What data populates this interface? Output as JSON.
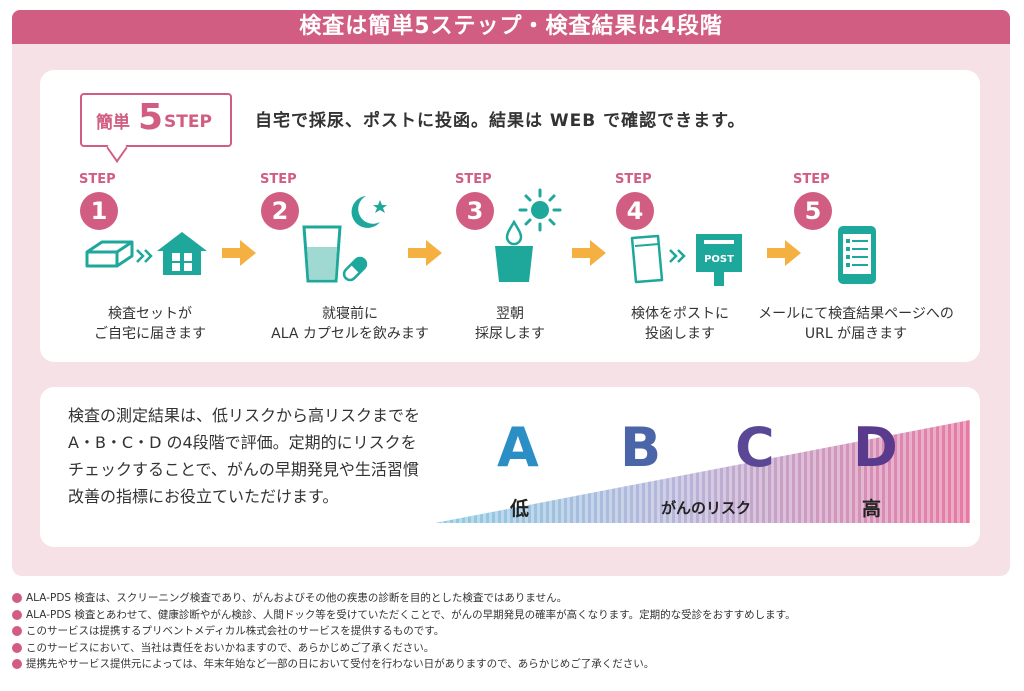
{
  "title": "検査は簡単5ステップ・検査結果は4段階",
  "badge": {
    "prefix": "簡単",
    "number": "5",
    "suffix": "STEP"
  },
  "headline": "自宅で採尿、ポストに投函。結果は WEB で確認できます。",
  "steps": [
    {
      "label": "STEP",
      "number": "1",
      "caption": "検査セットが\nご自宅に届きます",
      "icons": [
        "package-icon",
        "house-icon"
      ]
    },
    {
      "label": "STEP",
      "number": "2",
      "caption": "就寝前に\nALA カプセルを飲みます",
      "icons": [
        "water-glass-icon",
        "capsule-icon",
        "moon-star-icon"
      ]
    },
    {
      "label": "STEP",
      "number": "3",
      "caption": "翌朝\n採尿します",
      "icons": [
        "urine-cup-icon",
        "sun-icon"
      ]
    },
    {
      "label": "STEP",
      "number": "4",
      "caption": "検体をポストに\n投函します",
      "icons": [
        "envelope-icon",
        "mailbox-icon"
      ],
      "post_label": "POST"
    },
    {
      "label": "STEP",
      "number": "5",
      "caption": "メールにて検査結果ページへの\nURL が届きます",
      "icons": [
        "smartphone-list-icon"
      ]
    }
  ],
  "description": "検査の測定結果は、低リスクから高リスクまでを\nA・B・C・D の4段階で評価。定期的にリスクを\nチェックすることで、がんの早期発見や生活習慣\n改善の指標にお役立ていただけます。",
  "grades": [
    {
      "letter": "A",
      "color": "#2b8fc6"
    },
    {
      "letter": "B",
      "color": "#4a65a8"
    },
    {
      "letter": "C",
      "color": "#5a4896"
    },
    {
      "letter": "D",
      "color": "#5a3a8c"
    }
  ],
  "risk": {
    "low": "低",
    "mid": "がんのリスク",
    "high": "高"
  },
  "notes": [
    "ALA-PDS 検査は、スクリーニング検査であり、がんおよびその他の疾患の診断を目的とした検査ではありません。",
    "ALA-PDS 検査とあわせて、健康診断やがん検診、人間ドック等を受けていただくことで、がんの早期発見の確率が高くなります。定期的な受診をおすすめします。",
    "このサービスは提携するプリベントメディカル株式会社のサービスを提供するものです。",
    "このサービスにおいて、当社は責任をおいかねますので、あらかじめご了承ください。",
    "提携先やサービス提供元によっては、年末年始など一部の日において受付を行わない日がありますので、あらかじめご了承ください。"
  ],
  "colors": {
    "pink": "#d25d82",
    "pink_bg": "#f6e1e6",
    "teal": "#1ea79b",
    "orange": "#f5b042"
  }
}
